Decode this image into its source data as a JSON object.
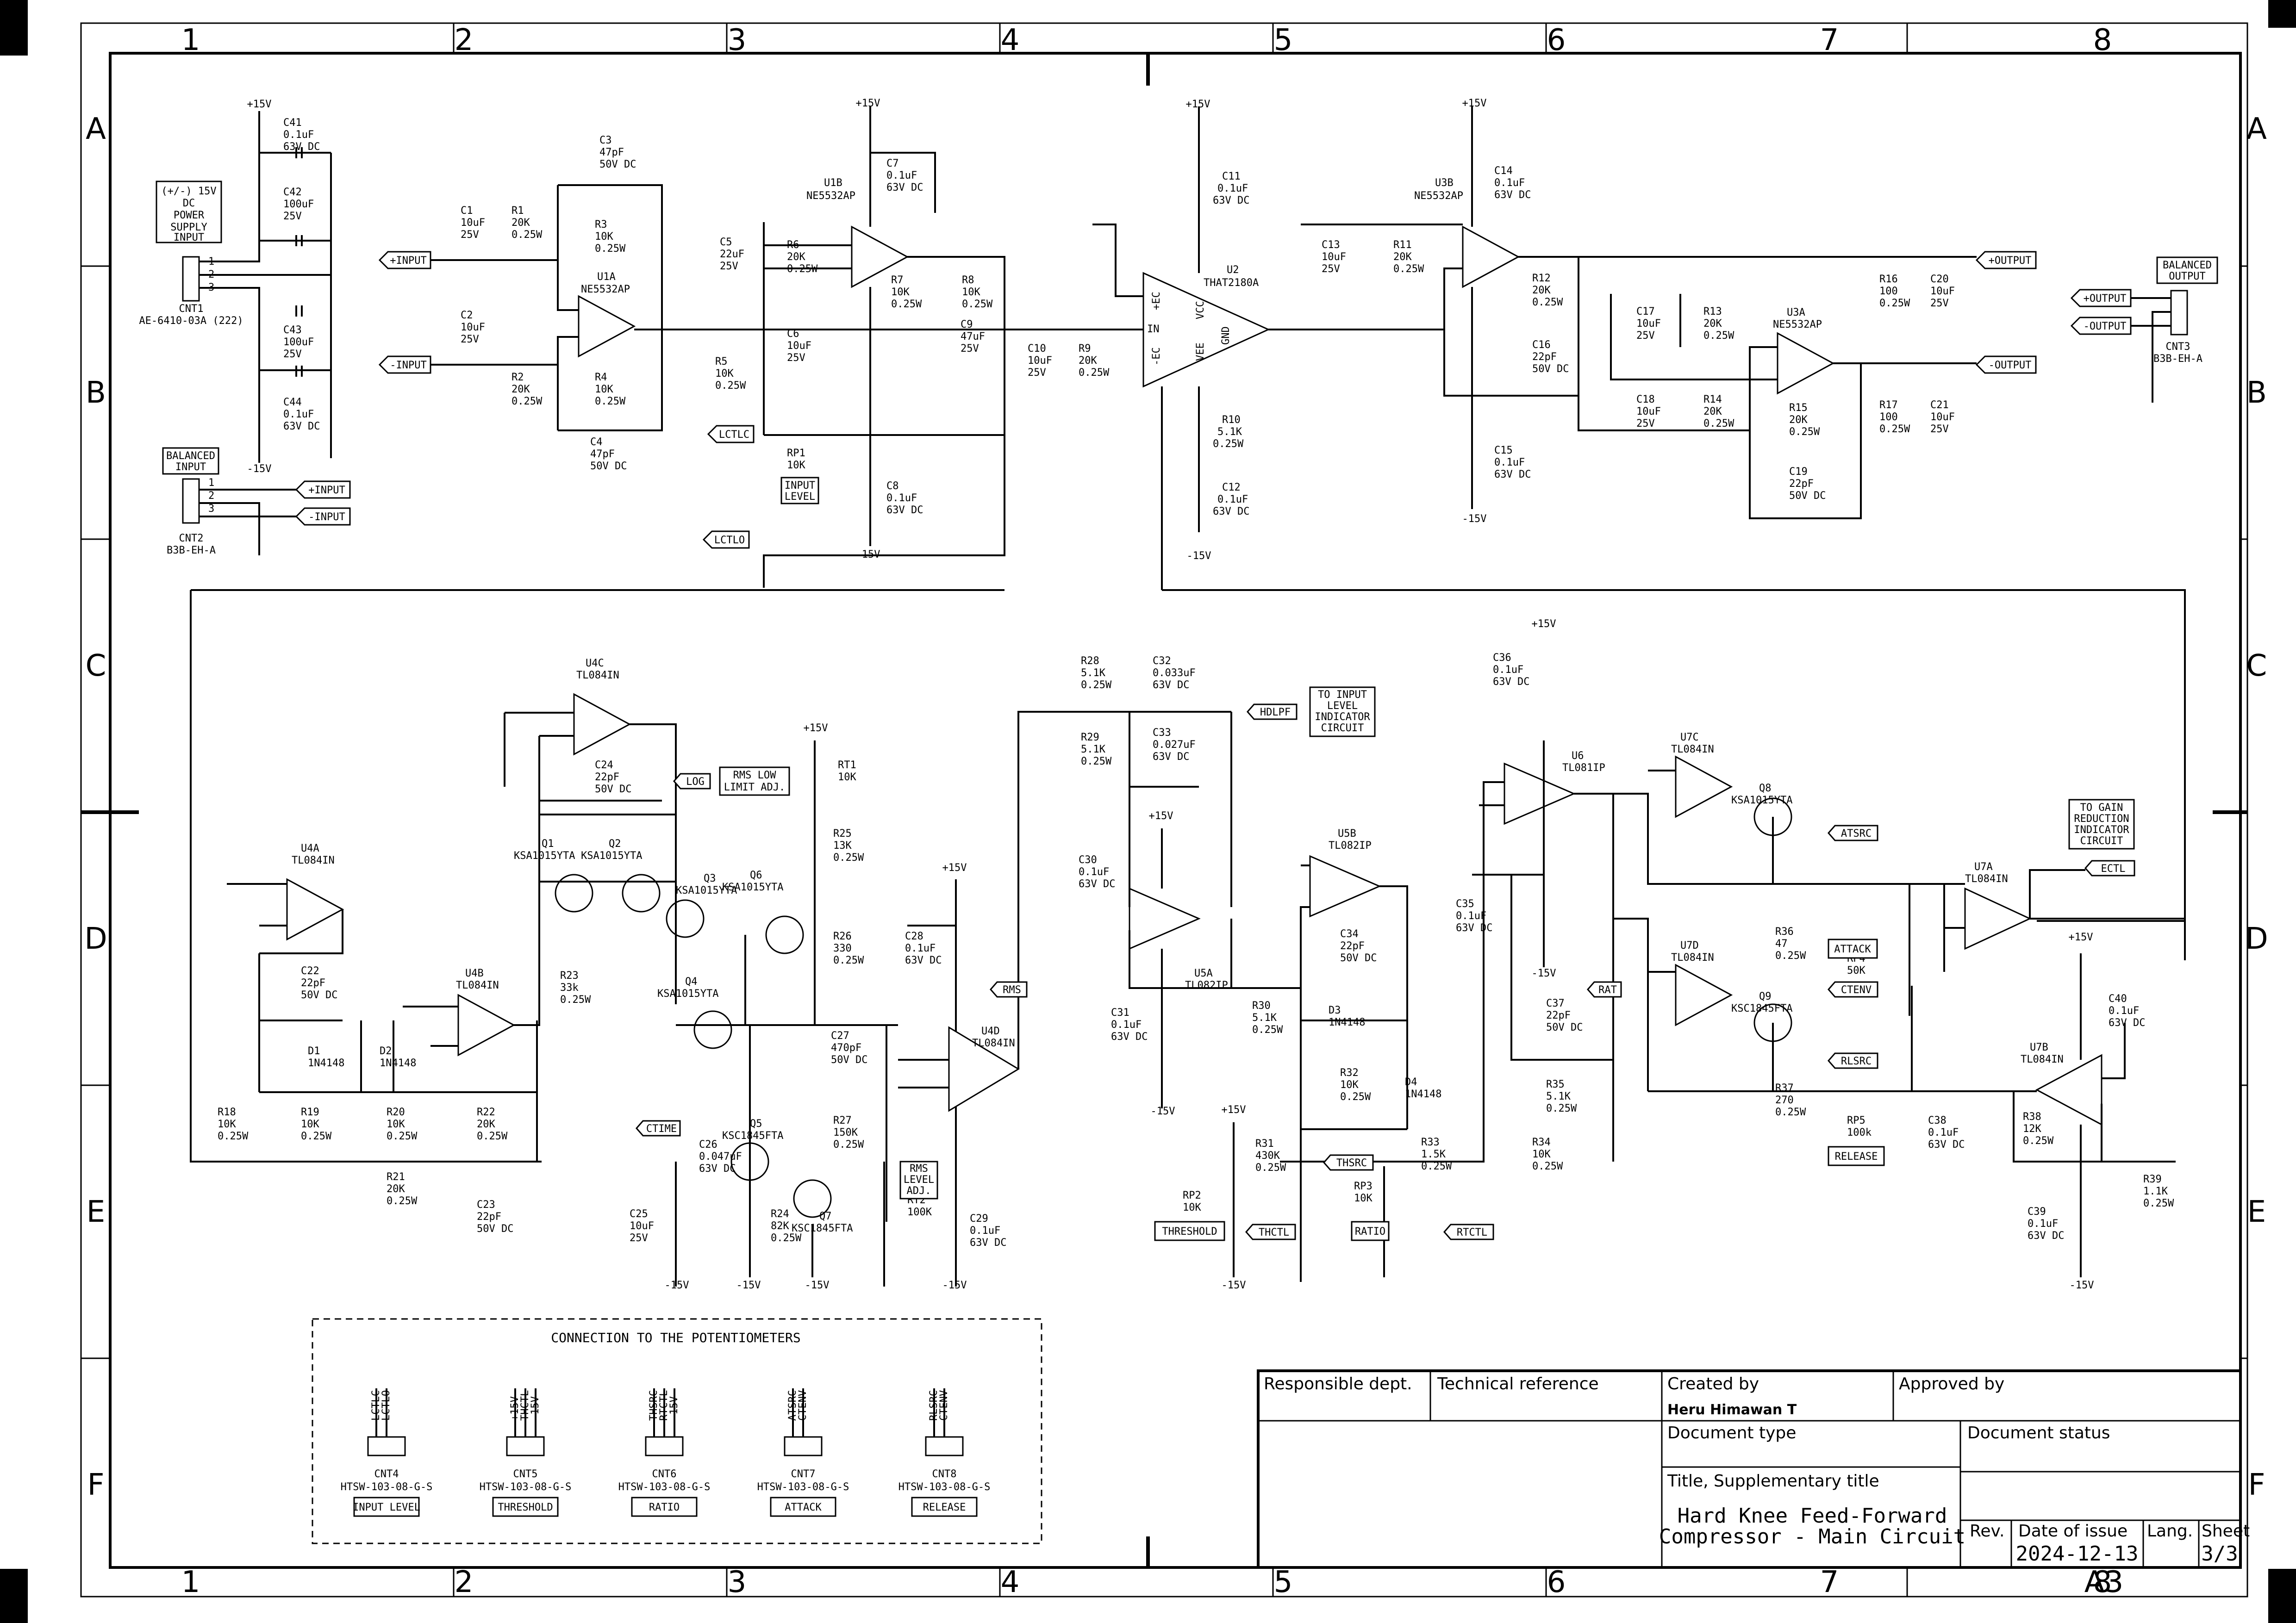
{
  "frame": {
    "columns": [
      "1",
      "2",
      "3",
      "4",
      "5",
      "6",
      "7",
      "8"
    ],
    "rows": [
      "A",
      "B",
      "C",
      "D",
      "E",
      "F"
    ]
  },
  "supply_block": {
    "label": "(+/-) 15V DC POWER SUPPLY INPUT",
    "plus": "+15V",
    "minus": "-15V",
    "cnt1_ref": "CNT1",
    "cnt1_part": "AE-6410-03A (222)",
    "caps": [
      {
        "ref": "C41",
        "v1": "0.1uF",
        "v2": "63V DC"
      },
      {
        "ref": "C42",
        "v1": "100uF",
        "v2": "25V"
      },
      {
        "ref": "C43",
        "v1": "100uF",
        "v2": "25V"
      },
      {
        "ref": "C44",
        "v1": "0.1uF",
        "v2": "63V DC"
      }
    ],
    "balanced_input_label": "BALANCED INPUT",
    "cnt2_ref": "CNT2",
    "cnt2_part": "B3B-EH-A",
    "in_plus": "+INPUT",
    "in_minus": "-INPUT"
  },
  "input_stage": {
    "u1a": "U1A",
    "u1a_part": "NE5532AP",
    "u1b": "U1B",
    "u1b_part": "NE5532AP",
    "parts": [
      {
        "ref": "C1",
        "v1": "10uF",
        "v2": "25V"
      },
      {
        "ref": "R1",
        "v1": "20K",
        "v2": "0.25W"
      },
      {
        "ref": "C2",
        "v1": "10uF",
        "v2": "25V"
      },
      {
        "ref": "R2",
        "v1": "20K",
        "v2": "0.25W"
      },
      {
        "ref": "C3",
        "v1": "47pF",
        "v2": "50V DC"
      },
      {
        "ref": "R3",
        "v1": "10K",
        "v2": "0.25W"
      },
      {
        "ref": "R4",
        "v1": "10K",
        "v2": "0.25W"
      },
      {
        "ref": "C4",
        "v1": "47pF",
        "v2": "50V DC"
      },
      {
        "ref": "C5",
        "v1": "22uF",
        "v2": "25V"
      },
      {
        "ref": "R6",
        "v1": "20K",
        "v2": "0.25W"
      },
      {
        "ref": "R5",
        "v1": "10K",
        "v2": "0.25W"
      },
      {
        "ref": "C6",
        "v1": "10uF",
        "v2": "25V"
      },
      {
        "ref": "R7",
        "v1": "10K",
        "v2": "0.25W"
      },
      {
        "ref": "R8",
        "v1": "10K",
        "v2": "0.25W"
      },
      {
        "ref": "C9",
        "v1": "47uF",
        "v2": "25V"
      },
      {
        "ref": "C7",
        "v1": "0.1uF",
        "v2": "63V DC"
      },
      {
        "ref": "C8",
        "v1": "0.1uF",
        "v2": "63V DC"
      },
      {
        "ref": "C10",
        "v1": "10uF",
        "v2": "25V"
      },
      {
        "ref": "R9",
        "v1": "20K",
        "v2": "0.25W"
      }
    ],
    "rp1": "RP1",
    "rp1_val": "10K",
    "input_level": "INPUT LEVEL",
    "lctlc": "LCTLC",
    "lctlo": "LCTLO",
    "in_plus": "+INPUT",
    "in_minus": "-INPUT",
    "plus": "+15V",
    "minus": "-15V"
  },
  "vca": {
    "u2": "U2",
    "u2_part": "THAT2180A",
    "pins": {
      "ecp": "+EC",
      "vcc": "VCC",
      "gnd": "GND",
      "vee": "VEE",
      "ecm": "-EC",
      "in": "IN"
    },
    "parts": [
      {
        "ref": "C11",
        "v1": "0.1uF",
        "v2": "63V DC"
      },
      {
        "ref": "R10",
        "v1": "5.1K",
        "v2": "0.25W"
      },
      {
        "ref": "C12",
        "v1": "0.1uF",
        "v2": "63V DC"
      }
    ],
    "plus": "+15V",
    "minus": "-15V"
  },
  "output_stage": {
    "u3b": "U3B",
    "u3b_part": "NE5532AP",
    "u3a": "U3A",
    "u3a_part": "NE5532AP",
    "parts": [
      {
        "ref": "C13",
        "v1": "10uF",
        "v2": "25V"
      },
      {
        "ref": "R11",
        "v1": "20K",
        "v2": "0.25W"
      },
      {
        "ref": "C14",
        "v1": "0.1uF",
        "v2": "63V DC"
      },
      {
        "ref": "R12",
        "v1": "20K",
        "v2": "0.25W"
      },
      {
        "ref": "C16",
        "v1": "22pF",
        "v2": "50V DC"
      },
      {
        "ref": "C15",
        "v1": "0.1uF",
        "v2": "63V DC"
      },
      {
        "ref": "C17",
        "v1": "10uF",
        "v2": "25V"
      },
      {
        "ref": "R13",
        "v1": "20K",
        "v2": "0.25W"
      },
      {
        "ref": "C18",
        "v1": "10uF",
        "v2": "25V"
      },
      {
        "ref": "R14",
        "v1": "20K",
        "v2": "0.25W"
      },
      {
        "ref": "R15",
        "v1": "20K",
        "v2": "0.25W"
      },
      {
        "ref": "C19",
        "v1": "22pF",
        "v2": "50V DC"
      },
      {
        "ref": "R16",
        "v1": "100",
        "v2": "0.25W"
      },
      {
        "ref": "C20",
        "v1": "10uF",
        "v2": "25V"
      },
      {
        "ref": "R17",
        "v1": "100",
        "v2": "0.25W"
      },
      {
        "ref": "C21",
        "v1": "10uF",
        "v2": "25V"
      }
    ],
    "out_plus": "+OUTPUT",
    "out_minus": "-OUTPUT",
    "balanced_output_label": "BALANCED OUTPUT",
    "cnt3_ref": "CNT3",
    "cnt3_part": "B3B-EH-A",
    "plus": "+15V",
    "minus": "-15V"
  },
  "sidechain": {
    "opamps": [
      {
        "ref": "U4A",
        "part": "TL084IN"
      },
      {
        "ref": "U4B",
        "part": "TL084IN"
      },
      {
        "ref": "U4C",
        "part": "TL084IN"
      },
      {
        "ref": "U4D",
        "part": "TL084IN"
      },
      {
        "ref": "U5A",
        "part": "TL082IP"
      },
      {
        "ref": "U5B",
        "part": "TL082IP"
      },
      {
        "ref": "U6",
        "part": "TL081IP"
      },
      {
        "ref": "U7A",
        "part": "TL084IN"
      },
      {
        "ref": "U7B",
        "part": "TL084IN"
      },
      {
        "ref": "U7C",
        "part": "TL084IN"
      },
      {
        "ref": "U7D",
        "part": "TL084IN"
      }
    ],
    "transistors": [
      {
        "ref": "Q1",
        "part": "KSA1015YTA"
      },
      {
        "ref": "Q2",
        "part": "KSA1015YTA"
      },
      {
        "ref": "Q3",
        "part": "KSA1015YTA"
      },
      {
        "ref": "Q4",
        "part": "KSA1015YTA"
      },
      {
        "ref": "Q5",
        "part": "KSC1845FTA"
      },
      {
        "ref": "Q6",
        "part": "KSA1015YTA"
      },
      {
        "ref": "Q7",
        "part": "KSC1845FTA"
      },
      {
        "ref": "Q8",
        "part": "KSA1015YTA"
      },
      {
        "ref": "Q9",
        "part": "KSC1845FTA"
      }
    ],
    "parts": [
      {
        "ref": "C22",
        "v1": "22pF",
        "v2": "50V DC"
      },
      {
        "ref": "D1",
        "v1": "1N4148",
        "v2": ""
      },
      {
        "ref": "D2",
        "v1": "1N4148",
        "v2": ""
      },
      {
        "ref": "R18",
        "v1": "10K",
        "v2": "0.25W"
      },
      {
        "ref": "R19",
        "v1": "10K",
        "v2": "0.25W"
      },
      {
        "ref": "R20",
        "v1": "10K",
        "v2": "0.25W"
      },
      {
        "ref": "R21",
        "v1": "20K",
        "v2": "0.25W"
      },
      {
        "ref": "R22",
        "v1": "20K",
        "v2": "0.25W"
      },
      {
        "ref": "C23",
        "v1": "22pF",
        "v2": "50V DC"
      },
      {
        "ref": "R23",
        "v1": "33k",
        "v2": "0.25W"
      },
      {
        "ref": "C24",
        "v1": "22pF",
        "v2": "50V DC"
      },
      {
        "ref": "RT1",
        "v1": "10K",
        "v2": ""
      },
      {
        "ref": "R25",
        "v1": "13K",
        "v2": "0.25W"
      },
      {
        "ref": "R26",
        "v1": "330",
        "v2": "0.25W"
      },
      {
        "ref": "C27",
        "v1": "470pF",
        "v2": "50V DC"
      },
      {
        "ref": "C26",
        "v1": "0.047uF",
        "v2": "63V DC"
      },
      {
        "ref": "C25",
        "v1": "10uF",
        "v2": "25V"
      },
      {
        "ref": "R24",
        "v1": "82K",
        "v2": "0.25W"
      },
      {
        "ref": "R27",
        "v1": "150K",
        "v2": "0.25W"
      },
      {
        "ref": "RT2",
        "v1": "100K",
        "v2": ""
      },
      {
        "ref": "C28",
        "v1": "0.1uF",
        "v2": "63V DC"
      },
      {
        "ref": "C29",
        "v1": "0.1uF",
        "v2": "63V DC"
      },
      {
        "ref": "R28",
        "v1": "5.1K",
        "v2": "0.25W"
      },
      {
        "ref": "C32",
        "v1": "0.033uF",
        "v2": "63V DC"
      },
      {
        "ref": "R29",
        "v1": "5.1K",
        "v2": "0.25W"
      },
      {
        "ref": "C33",
        "v1": "0.027uF",
        "v2": "63V DC"
      },
      {
        "ref": "C30",
        "v1": "0.1uF",
        "v2": "63V DC"
      },
      {
        "ref": "C31",
        "v1": "0.1uF",
        "v2": "63V DC"
      },
      {
        "ref": "R30",
        "v1": "5.1K",
        "v2": "0.25W"
      },
      {
        "ref": "C34",
        "v1": "22pF",
        "v2": "50V DC"
      },
      {
        "ref": "D3",
        "v1": "1N4148",
        "v2": ""
      },
      {
        "ref": "R32",
        "v1": "10K",
        "v2": "0.25W"
      },
      {
        "ref": "D4",
        "v1": "1N4148",
        "v2": ""
      },
      {
        "ref": "R31",
        "v1": "430K",
        "v2": "0.25W"
      },
      {
        "ref": "RP2",
        "v1": "10K",
        "v2": ""
      },
      {
        "ref": "RP3",
        "v1": "10K",
        "v2": ""
      },
      {
        "ref": "R33",
        "v1": "1.5K",
        "v2": "0.25W"
      },
      {
        "ref": "C36",
        "v1": "0.1uF",
        "v2": "63V DC"
      },
      {
        "ref": "C35",
        "v1": "0.1uF",
        "v2": "63V DC"
      },
      {
        "ref": "C37",
        "v1": "22pF",
        "v2": "50V DC"
      },
      {
        "ref": "R35",
        "v1": "5.1K",
        "v2": "0.25W"
      },
      {
        "ref": "R34",
        "v1": "10K",
        "v2": "0.25W"
      },
      {
        "ref": "R36",
        "v1": "47",
        "v2": "0.25W"
      },
      {
        "ref": "RP4",
        "v1": "50K",
        "v2": ""
      },
      {
        "ref": "R37",
        "v1": "270",
        "v2": "0.25W"
      },
      {
        "ref": "RP5",
        "v1": "100k",
        "v2": ""
      },
      {
        "ref": "C38",
        "v1": "0.1uF",
        "v2": "63V DC"
      },
      {
        "ref": "C40",
        "v1": "0.1uF",
        "v2": "63V DC"
      },
      {
        "ref": "R38",
        "v1": "12K",
        "v2": "0.25W"
      },
      {
        "ref": "R39",
        "v1": "1.1K",
        "v2": "0.25W"
      },
      {
        "ref": "C39",
        "v1": "0.1uF",
        "v2": "63V DC"
      }
    ],
    "nets": {
      "log": "LOG",
      "ctime": "CTIME",
      "rms": "RMS",
      "hdlpf": "HDLPF",
      "rat": "RAT",
      "thsrc": "THSRC",
      "thctl": "THCTL",
      "rtctl": "RTCTL",
      "atsrc": "ATSRC",
      "ctenv": "CTENV",
      "rlsrc": "RLSRC",
      "ectl": "ECTL"
    },
    "notes": {
      "rms_low": "RMS LOW LIMIT ADJ.",
      "rms_level": "RMS LEVEL ADJ.",
      "to_input": "TO INPUT LEVEL INDICATOR CIRCUIT",
      "to_gain": "TO GAIN REDUCTION INDICATOR CIRCUIT",
      "threshold": "THRESHOLD",
      "ratio": "RATIO",
      "attack": "ATTACK",
      "release": "RELEASE"
    },
    "plus": "+15V",
    "minus": "-15V"
  },
  "pot_connections": {
    "title": "CONNECTION TO THE POTENTIOMETERS",
    "connectors": [
      {
        "ref": "CNT4",
        "part": "HTSW-103-08-G-S",
        "label": "INPUT LEVEL",
        "nets": [
          "LCTLC",
          "LCTLO"
        ]
      },
      {
        "ref": "CNT5",
        "part": "HTSW-103-08-G-S",
        "label": "THRESHOLD",
        "nets": [
          "+15V",
          "THCTL",
          "-15V"
        ]
      },
      {
        "ref": "CNT6",
        "part": "HTSW-103-08-G-S",
        "label": "RATIO",
        "nets": [
          "THSRC",
          "RTCTL",
          "-15V"
        ]
      },
      {
        "ref": "CNT7",
        "part": "HTSW-103-08-G-S",
        "label": "ATTACK",
        "nets": [
          "ATSRC",
          "CTENV"
        ]
      },
      {
        "ref": "CNT8",
        "part": "HTSW-103-08-G-S",
        "label": "RELEASE",
        "nets": [
          "RLSRC",
          "CTENV"
        ]
      }
    ]
  },
  "title_block": {
    "responsible_dept": "Responsible dept.",
    "technical_reference": "Technical reference",
    "created_by": "Created by",
    "creator": "Heru Himawan T",
    "approved_by": "Approved by",
    "document_type": "Document type",
    "document_status": "Document status",
    "title_label": "Title, Supplementary title",
    "title_line1": "Hard Knee Feed-Forward",
    "title_line2": "Compressor - Main Circuit",
    "rev": "Rev.",
    "date_label": "Date of issue",
    "date": "2024-12-13",
    "lang": "Lang.",
    "sheet_label": "Sheet",
    "sheet": "3/3",
    "paper": "A3"
  }
}
